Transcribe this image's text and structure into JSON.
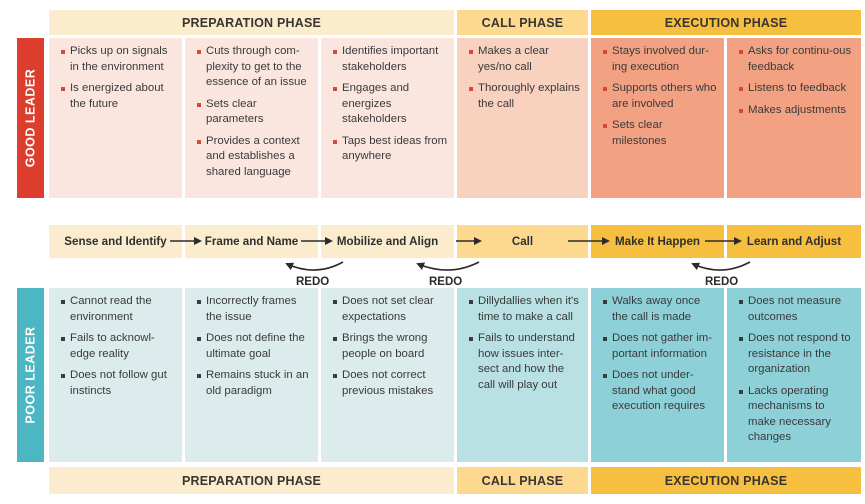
{
  "phases": {
    "preparation": "PREPARATION PHASE",
    "call": "CALL PHASE",
    "execution": "EXECUTION PHASE"
  },
  "sides": {
    "good": "GOOD LEADER",
    "poor": "POOR LEADER"
  },
  "good": [
    [
      "Picks up on signals in the environment",
      "Is energized about the future"
    ],
    [
      "Cuts through com-plexity to get to the essence of an issue",
      "Sets clear parameters",
      "Provides a context and establishes a shared language"
    ],
    [
      "Identifies important stakeholders",
      "Engages and energizes stakeholders",
      "Taps best ideas from anywhere"
    ],
    [
      "Makes a clear yes/no call",
      "Thoroughly explains the call"
    ],
    [
      "Stays involved dur-ing execution",
      "Supports others who are involved",
      "Sets clear milestones"
    ],
    [
      "Asks for continu-ous feedback",
      "Listens to feedback",
      "Makes adjustments"
    ]
  ],
  "steps": [
    "Sense and Identify",
    "Frame and Name",
    "Mobilize and Align",
    "Call",
    "Make It Happen",
    "Learn and Adjust"
  ],
  "redo": [
    "REDO",
    "REDO",
    "REDO"
  ],
  "poor": [
    [
      "Cannot read the environment",
      "Fails to acknowl-edge reality",
      "Does not follow gut instincts"
    ],
    [
      "Incorrectly frames the issue",
      "Does not define the ultimate goal",
      "Remains stuck in an old paradigm"
    ],
    [
      "Does not set clear expectations",
      "Brings the wrong people on board",
      "Does not correct previous mistakes"
    ],
    [
      "Dillydallies when it's time to make a call",
      "Fails to understand how issues inter-sect and how the call will play out"
    ],
    [
      "Walks away once the call is made",
      "Does not gather im-portant information",
      "Does not under-stand what good execution requires"
    ],
    [
      "Does not measure outcomes",
      "Does not respond to resistance in the organization",
      "Lacks operating mechanisms to make necessary changes"
    ]
  ],
  "colors": {
    "prep_header": "#faeccd",
    "call_header": "#fcd98f",
    "exec_header": "#f7bf3f",
    "good_bar": "#dc3d2c",
    "poor_bar": "#4cb7c2",
    "good_prep": "#fbe6df",
    "good_call": "#f8d1bf",
    "good_exec": "#f2a283",
    "poor_prep": "#dcecec",
    "poor_call": "#b9e1e4",
    "poor_exec": "#8ed0d8"
  }
}
